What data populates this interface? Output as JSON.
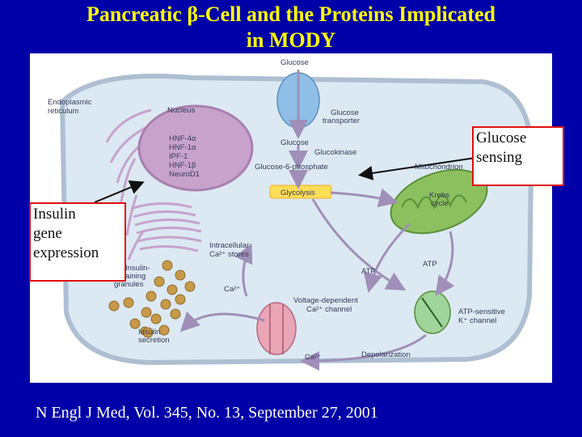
{
  "slide": {
    "title_line1": "Pancreatic β-Cell and the Proteins Implicated",
    "title_line2": "in MODY",
    "citation": "N Engl J Med, Vol. 345, No. 13, September 27, 2001"
  },
  "callouts": {
    "glucose_sensing_line1": "Glucose",
    "glucose_sensing_line2": "sensing",
    "insulin_line1": "Insulin",
    "insulin_line2": "gene",
    "insulin_line3": "expression"
  },
  "diagram": {
    "glucose_top": "Glucose",
    "er_line1": "Endoplasmic",
    "er_line2": "reticulum",
    "nucleus": "Nucleus",
    "transporter_line1": "Glucose",
    "transporter_line2": "transporter",
    "nucleus_proteins": [
      "HNF-4α",
      "HNF-1α",
      "IPF-1",
      "HNF-1β",
      "NeuroD1"
    ],
    "glucose_inside": "Glucose",
    "glucokinase": "Glucokinase",
    "g6p": "Glucose-6-phosphate",
    "mitochondrion": "Mitochondrion",
    "glycolysis": "Glycolysis",
    "krebs_line1": "Krebs",
    "krebs_line2": "cycle",
    "ca_stores_line1": "Intracellular",
    "ca_stores_line2": "Ca²⁺ stores",
    "granules_line1": "Insulin-",
    "granules_line2": "containing",
    "granules_line3": "granules",
    "atp_left": "ATP",
    "atp_right": "ATP",
    "ca2_mid": "Ca²⁺",
    "vdcc_line1": "Voltage-dependent",
    "vdcc_line2": "Ca²⁺ channel",
    "katp_line1": "ATP-sensitive",
    "katp_line2": "K⁺ channel",
    "secretion_line1": "Insulin",
    "secretion_line2": "secretion",
    "ca2_bottom": "Ca²⁺",
    "depolarization": "Depolarization"
  },
  "colors": {
    "background": "#0000a8",
    "title": "#ffff00",
    "callout_border": "#e01010",
    "cell_fill": "#dce9f3",
    "cell_border": "#aebfd2",
    "nucleus": "#c7a3cc",
    "mitochondrion": "#8cbf5e",
    "transporter": "#8fbfe6",
    "channel": "#e8a6b6",
    "glycolysis": "#ffdd55",
    "granule": "#c79a4a",
    "arrow": "#a08fb8"
  }
}
